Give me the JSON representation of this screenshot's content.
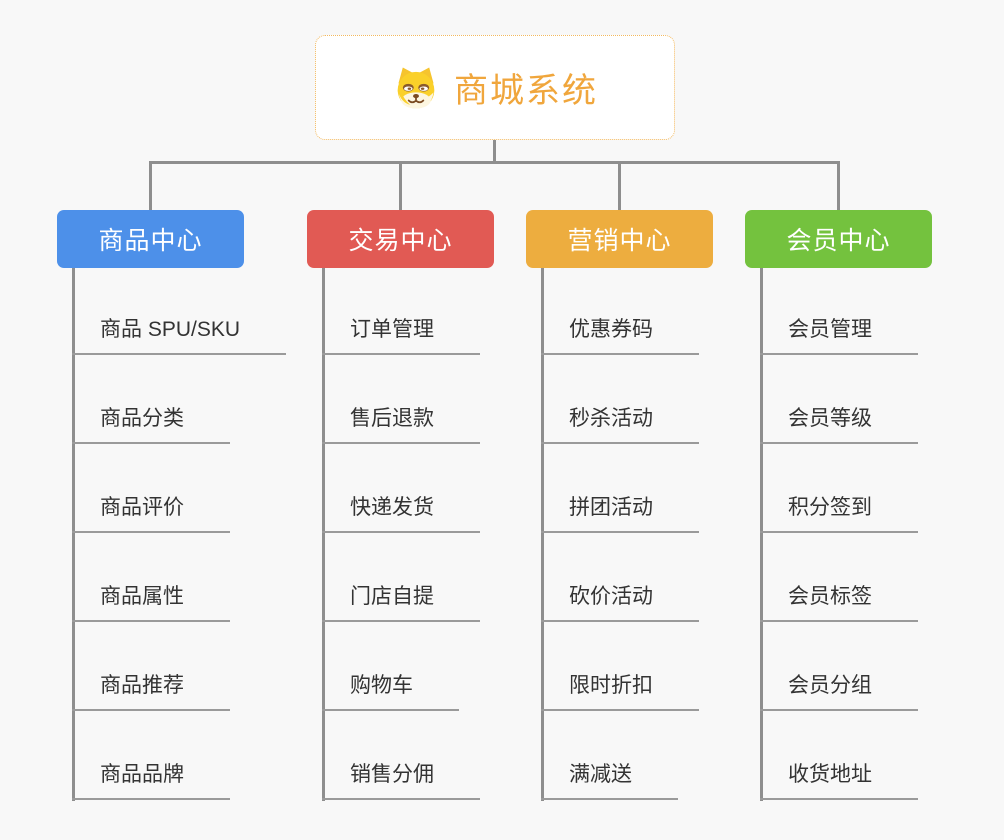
{
  "root": {
    "label": "商城系统",
    "icon": "dog-face-icon",
    "text_color": "#f0a63c",
    "border_color": "#f3b95f"
  },
  "colors": {
    "connector": "#8e8e8e",
    "leaf_underline": "#9a9a9a",
    "leaf_text": "#333333",
    "canvas_background": "#f8f8f8"
  },
  "branches": [
    {
      "label": "商品中心",
      "color": "#4d90e9",
      "children": [
        "商品 SPU/SKU",
        "商品分类",
        "商品评价",
        "商品属性",
        "商品推荐",
        "商品品牌"
      ]
    },
    {
      "label": "交易中心",
      "color": "#e15a54",
      "children": [
        "订单管理",
        "售后退款",
        "快递发货",
        "门店自提",
        "购物车",
        "销售分佣"
      ]
    },
    {
      "label": "营销中心",
      "color": "#edad3f",
      "children": [
        "优惠券码",
        "秒杀活动",
        "拼团活动",
        "砍价活动",
        "限时折扣",
        "满减送"
      ]
    },
    {
      "label": "会员中心",
      "color": "#74c23e",
      "children": [
        "会员管理",
        "会员等级",
        "积分签到",
        "会员标签",
        "会员分组",
        "收货地址"
      ]
    }
  ]
}
